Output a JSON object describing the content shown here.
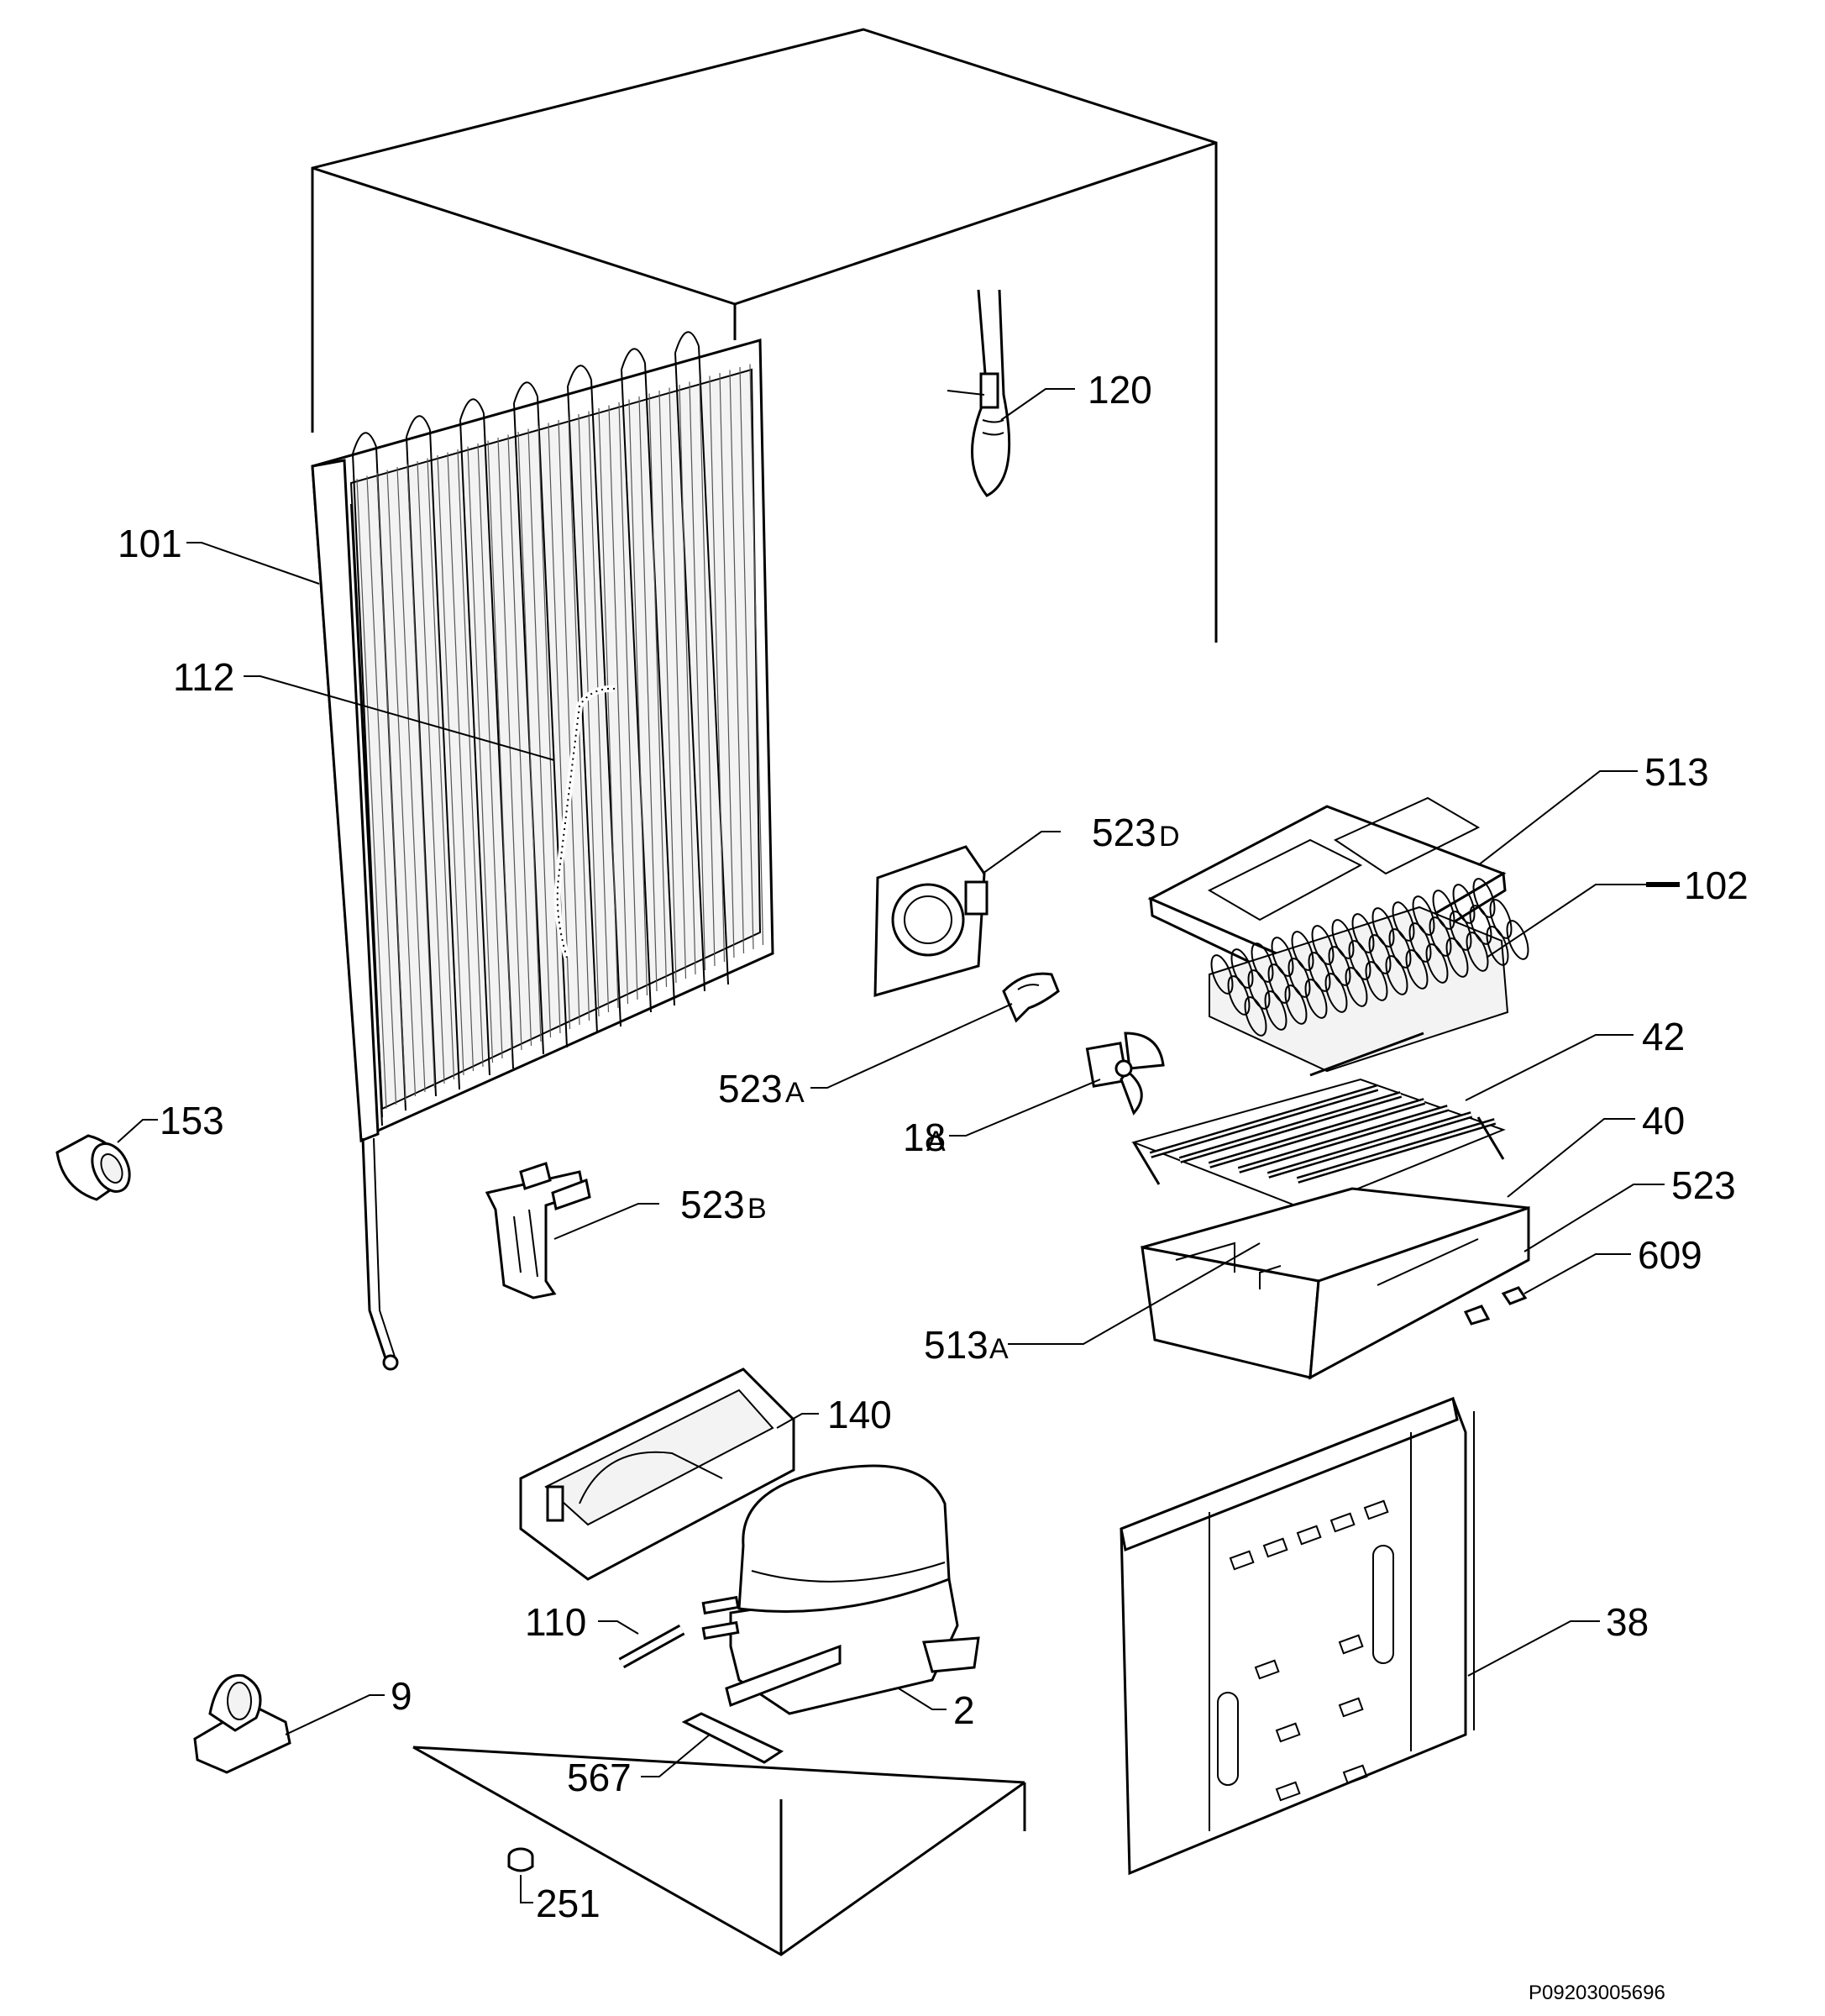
{
  "diagram": {
    "part_labels": [
      {
        "id": "101",
        "text": "101"
      },
      {
        "id": "112",
        "text": "112"
      },
      {
        "id": "120",
        "text": "120"
      },
      {
        "id": "153",
        "text": "153"
      },
      {
        "id": "523D",
        "text": "523",
        "suffix": "D"
      },
      {
        "id": "523A",
        "text": "523",
        "suffix": "A"
      },
      {
        "id": "523B",
        "text": "523",
        "suffix": "B"
      },
      {
        "id": "18A",
        "text": "18",
        "suffix": "A"
      },
      {
        "id": "513",
        "text": "513"
      },
      {
        "id": "102",
        "text": "102"
      },
      {
        "id": "42",
        "text": "42"
      },
      {
        "id": "40",
        "text": "40"
      },
      {
        "id": "523",
        "text": "523"
      },
      {
        "id": "609",
        "text": "609"
      },
      {
        "id": "513A",
        "text": "513",
        "suffix": "A"
      },
      {
        "id": "140",
        "text": "140"
      },
      {
        "id": "110",
        "text": "110"
      },
      {
        "id": "2",
        "text": "2"
      },
      {
        "id": "9",
        "text": "9"
      },
      {
        "id": "567",
        "text": "567"
      },
      {
        "id": "251",
        "text": "251"
      },
      {
        "id": "38",
        "text": "38"
      }
    ],
    "drawing_code": "P09203005696"
  }
}
